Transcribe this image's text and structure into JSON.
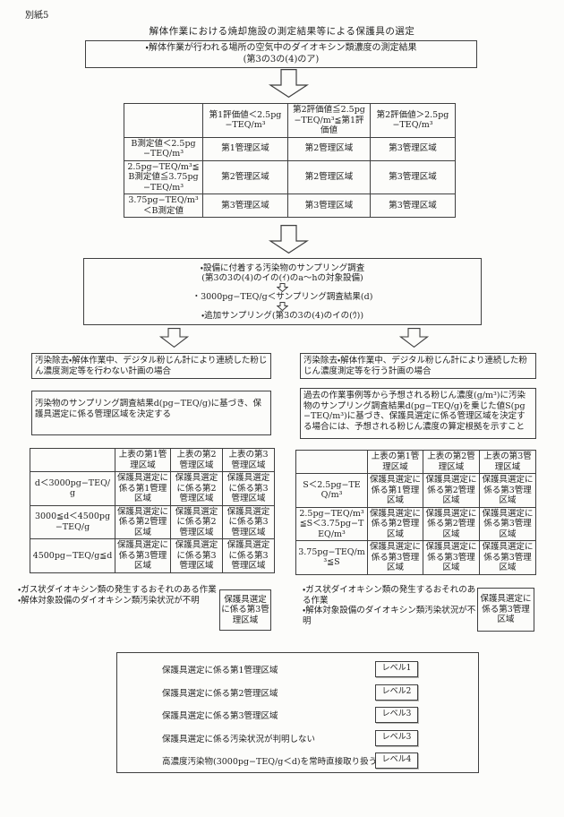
{
  "page": {
    "attachment_label": "別紙5",
    "title": "解体作業における焼却施設の測定結果等による保護具の選定"
  },
  "colors": {
    "background": "#fcfcfa",
    "border": "#3f3f3f",
    "text": "#1f1f1f"
  },
  "icons": {
    "flow_arrow": "hollow-down-block-arrow",
    "inline_arrow": "small-hollow-down-arrow"
  },
  "top_box": {
    "line1": "・解体作業が行われる場所の空気中のダイオキシン類濃度の測定結果",
    "line2": "(第3の3の(4)のア)"
  },
  "table1": {
    "headers": [
      "",
      "第1評価値＜2.5pg−TEQ/m³",
      "第2評価値≦2.5pg−TEQ/m³≦第1評価値",
      "第2評価値＞2.5pg−TEQ/m³"
    ],
    "rows": [
      [
        "B測定値＜2.5pg−TEQ/m³",
        "第1管理区域",
        "第2管理区域",
        "第3管理区域"
      ],
      [
        "2.5pg−TEQ/m³≦B測定値≦3.75pg−TEQ/m³",
        "第2管理区域",
        "第2管理区域",
        "第3管理区域"
      ],
      [
        "3.75pg−TEQ/m³＜B測定値",
        "第3管理区域",
        "第3管理区域",
        "第3管理区域"
      ]
    ]
  },
  "mid_box": {
    "line1": "・設備に付着する汚染物のサンプリング調査",
    "line2": "(第3の3の(4)のイの(ｲ)のa〜hの対象設備)",
    "line3": "・3000pg−TEQ/g＜サンプリング調査結果(d)",
    "line4": "・追加サンプリング(第3の3の(4)のイの(ｳ))"
  },
  "left_branch": {
    "condition_box": "汚染除去・解体作業中、デジタル粉じん計により連続した粉じん濃度測定等を行わない計画の場合",
    "method_box": "汚染物のサンプリング調査結果d(pg−TEQ/g)に基づき、保護具選定に係る管理区域を決定する",
    "table": {
      "headers": [
        "",
        "上表の第1管理区域",
        "上表の第2管理区域",
        "上表の第3管理区域"
      ],
      "rows": [
        [
          "d＜3000pg−TEQ/g",
          "保護具選定に係る第1管理区域",
          "保護具選定に係る第2管理区域",
          "保護具選定に係る第3管理区域"
        ],
        [
          "3000≦d＜4500pg−TEQ/g",
          "保護具選定に係る第2管理区域",
          "保護具選定に係る第2管理区域",
          "保護具選定に係る第3管理区域"
        ],
        [
          "4500pg−TEQ/g≦d",
          "保護具選定に係る第3管理区域",
          "保護具選定に係る第3管理区域",
          "保護具選定に係る第3管理区域"
        ]
      ]
    },
    "note_line1": "・ガス状ダイオキシン類の発生するおそれのある作業",
    "note_line2": "・解体対象設備のダイオキシン類汚染状況が不明",
    "note_result": "保護具選定に係る第3管理区域"
  },
  "right_branch": {
    "condition_box": "汚染除去・解体作業中、デジタル粉じん計により連続した粉じん濃度測定等を行う計画の場合",
    "method_box": "過去の作業事例等から予想される粉じん濃度(g/m³)に汚染物のサンプリング調査結果d(pg−TEQ/g)を乗じた値S(pg−TEQ/m³)に基づき、保護具選定に係る管理区域を決定する場合には、予想される粉じん濃度の算定根拠を示すこと",
    "table": {
      "headers": [
        "",
        "上表の第1管理区域",
        "上表の第2管理区域",
        "上表の第3管理区域"
      ],
      "rows": [
        [
          "S＜2.5pg−TEQ/m³",
          "保護具選定に係る第1管理区域",
          "保護具選定に係る第2管理区域",
          "保護具選定に係る第3管理区域"
        ],
        [
          "2.5pg−TEQ/m³≦S＜3.75pg−TEQ/m³",
          "保護具選定に係る第2管理区域",
          "保護具選定に係る第2管理区域",
          "保護具選定に係る第3管理区域"
        ],
        [
          "3.75pg−TEQ/m³≦S",
          "保護具選定に係る第3管理区域",
          "保護具選定に係る第3管理区域",
          "保護具選定に係る第3管理区域"
        ]
      ]
    },
    "note_line1": "・ガス状ダイオキシン類の発生するおそれのある作業",
    "note_line2": "・解体対象設備のダイオキシン類汚染状況が不明",
    "note_result": "保護具選定に係る第3管理区域"
  },
  "legend": {
    "rows": [
      {
        "label": "保護具選定に係る第1管理区域",
        "level": "レベル1"
      },
      {
        "label": "保護具選定に係る第2管理区域",
        "level": "レベル2"
      },
      {
        "label": "保護具選定に係る第3管理区域",
        "level": "レベル3"
      },
      {
        "label": "保護具選定に係る汚染状況が判明しない",
        "level": "レベル3"
      },
      {
        "label": "高濃度汚染物(3000pg−TEQ/g＜d)を常時直接取り扱う",
        "level": "レベル4"
      }
    ]
  }
}
